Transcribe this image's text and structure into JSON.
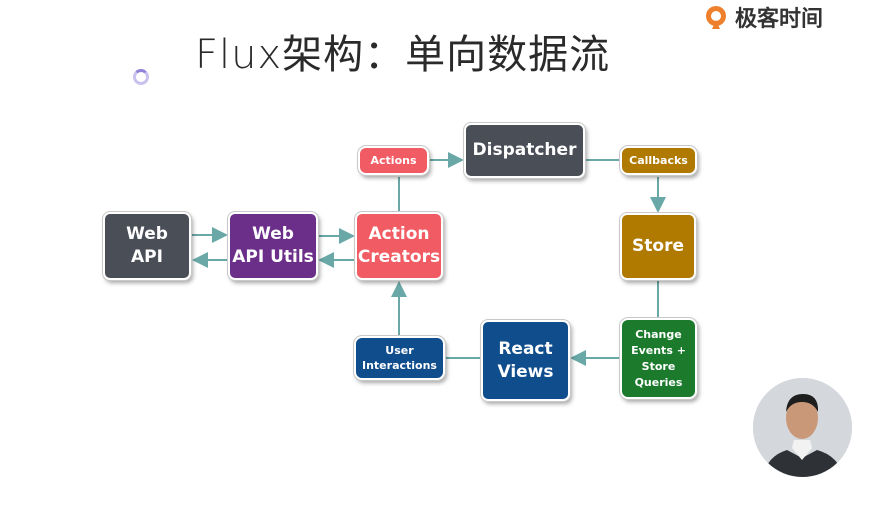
{
  "title": "Flux架构：单向数据流",
  "brand": {
    "name": "极客时间",
    "color": "#ee7f2d",
    "logo_icon": "q-logo-icon"
  },
  "nodes": {
    "web_api": {
      "label": "Web\nAPI",
      "color": "#4a4e57"
    },
    "web_api_utils": {
      "label": "Web\nAPI Utils",
      "color": "#6b2f8a"
    },
    "action_creators": {
      "label": "Action\nCreators",
      "color": "#f15b63"
    },
    "actions": {
      "label": "Actions",
      "color": "#f15b63"
    },
    "dispatcher": {
      "label": "Dispatcher",
      "color": "#4a4e57"
    },
    "callbacks": {
      "label": "Callbacks",
      "color": "#b07a00"
    },
    "store": {
      "label": "Store",
      "color": "#b07a00"
    },
    "change_events": {
      "label": "Change\nEvents +\nStore\nQueries",
      "color": "#1b7a2c"
    },
    "react_views": {
      "label": "React\nViews",
      "color": "#0f4d8c"
    },
    "user_interactions": {
      "label": "User\nInteractions",
      "color": "#0f4d8c"
    }
  },
  "arrow_color": "#6aa8a8",
  "loading_icon": "spinner-icon"
}
